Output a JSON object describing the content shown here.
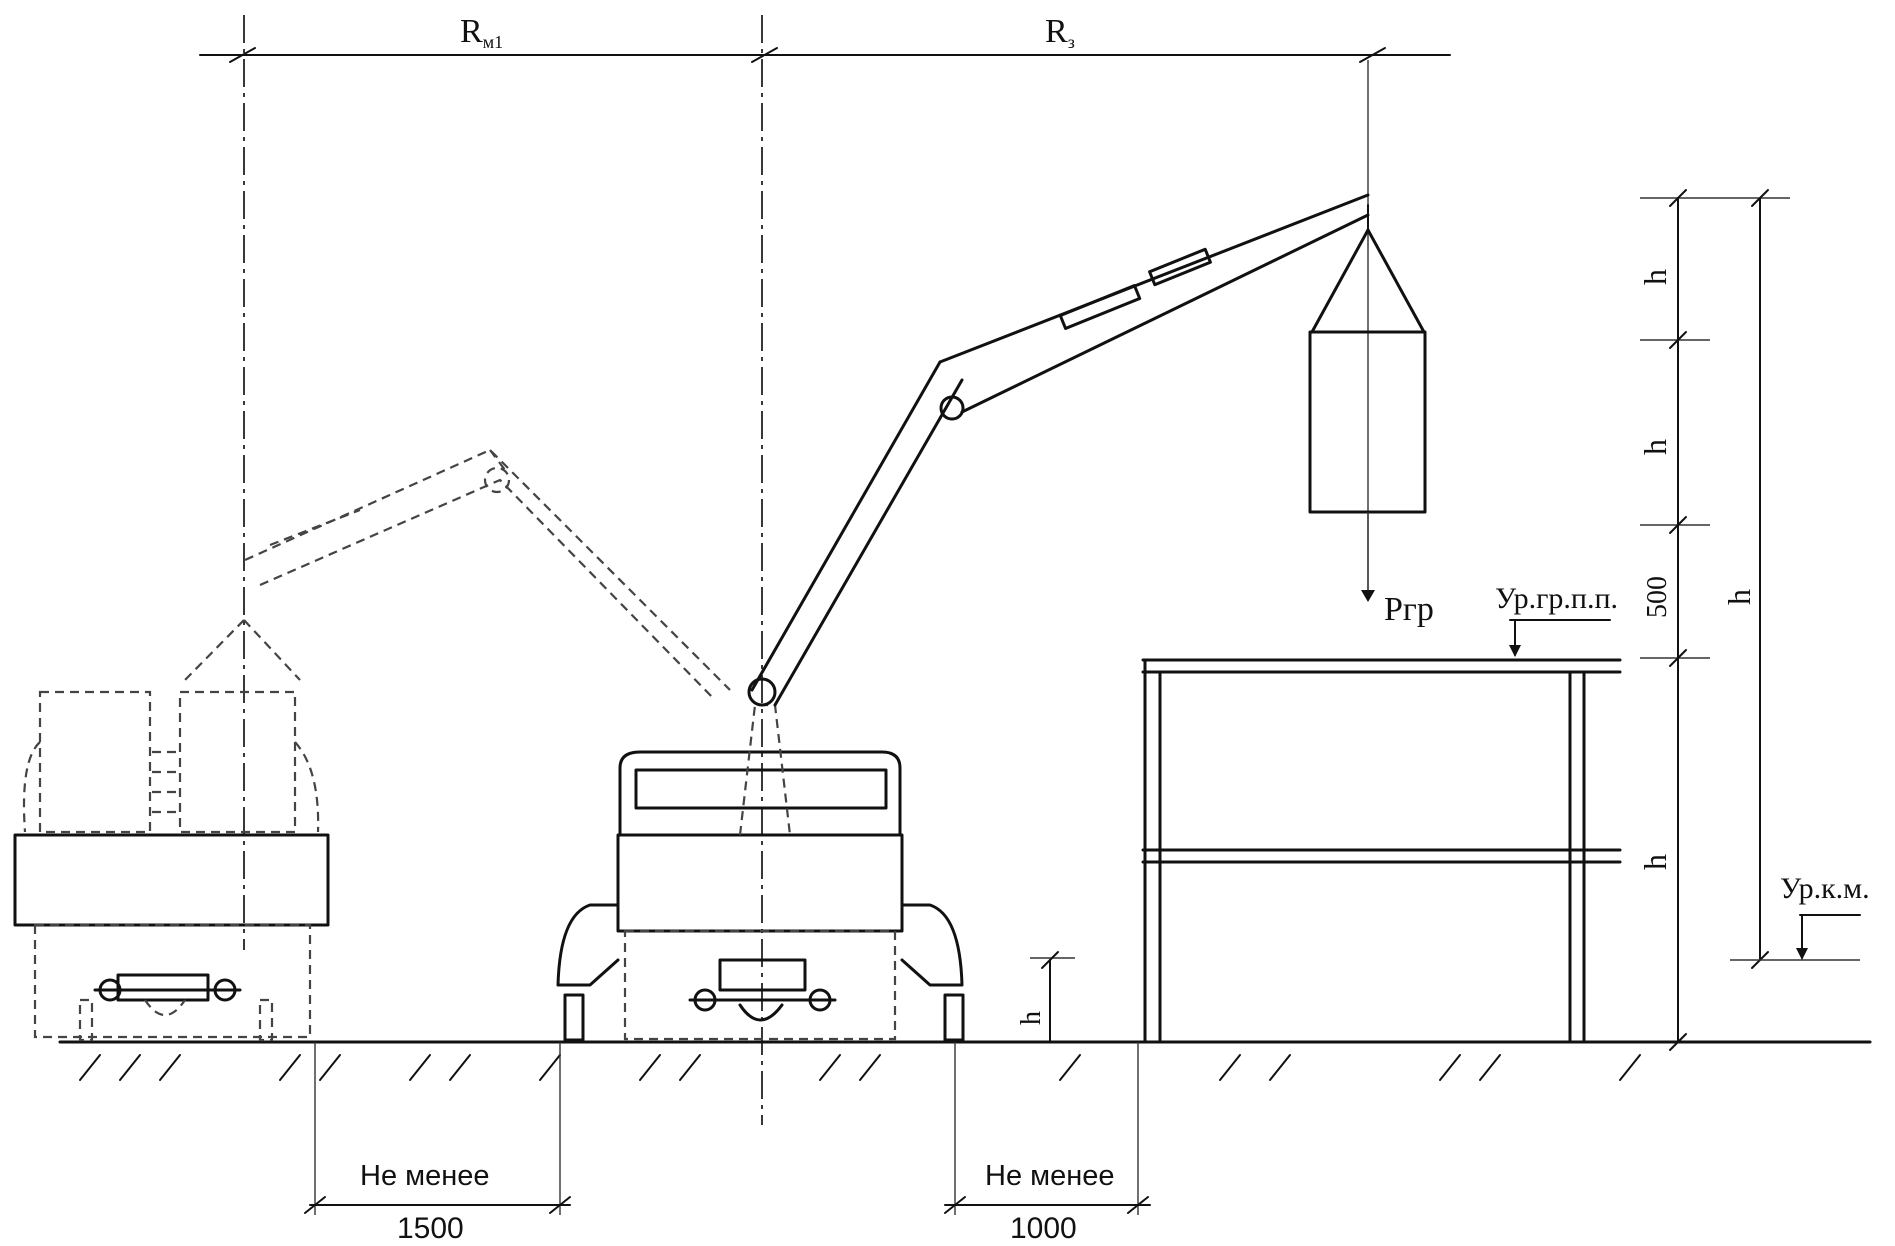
{
  "labels": {
    "r_left": "R",
    "r_left_sub": "м1",
    "r_right": "R",
    "r_right_sub": "з",
    "load": "Pгр",
    "level_top": "Ур.гр.п.п.",
    "level_mid": "Ур.к.м.",
    "h_top": "h",
    "h_mid": "h",
    "h_right": "h",
    "h_lower": "h",
    "h_ground": "h",
    "dim_500": "500",
    "note_left": "Не менее",
    "dim_left": "1500",
    "note_right": "Не менее",
    "dim_right": "1000"
  }
}
